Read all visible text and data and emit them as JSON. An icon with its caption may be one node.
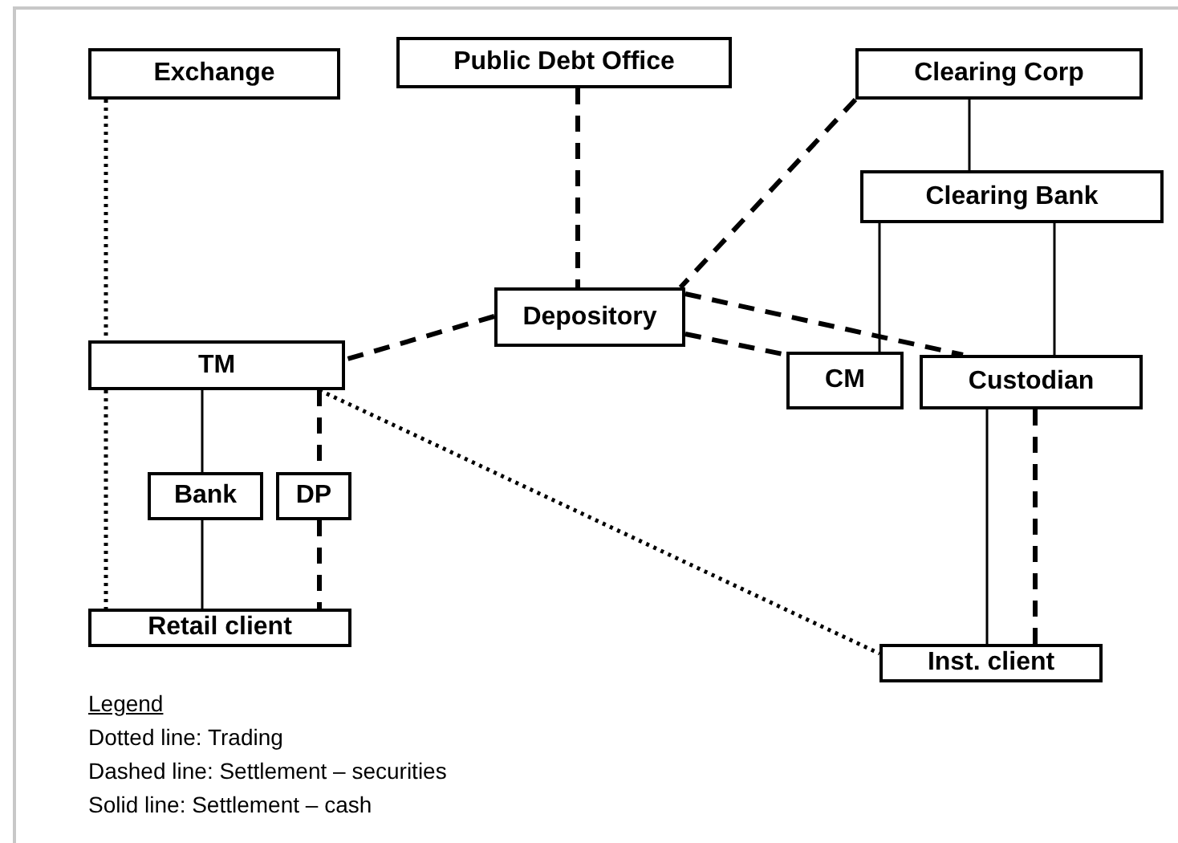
{
  "diagram": {
    "nodes": [
      {
        "text": [
          "Exchange"
        ]
      },
      {
        "text": [
          "Public Debt Office"
        ]
      },
      {
        "text": [
          "Clearing Corp"
        ]
      },
      {
        "text": [
          "Clearing Bank"
        ]
      },
      {
        "text": [
          "Depository"
        ]
      },
      {
        "text": [
          "TM"
        ]
      },
      {
        "text": [
          "CM"
        ]
      },
      {
        "text": [
          "Custodian"
        ]
      },
      {
        "text": [
          "Bank"
        ]
      },
      {
        "text": [
          "DP"
        ]
      },
      {
        "text": [
          "Retail client"
        ]
      },
      {
        "text": [
          "Inst. client"
        ]
      }
    ],
    "edges": [
      {
        "from": 0,
        "to": 5,
        "arrow": "none",
        "style": "dashed"
      },
      {
        "from": 5,
        "to": 10,
        "arrow": "none",
        "style": "dashed"
      },
      {
        "from": 1,
        "to": 4,
        "arrow": "none",
        "style": "dashed"
      },
      {
        "from": 2,
        "to": 4,
        "arrow": "none",
        "style": "dashed"
      },
      {
        "from": 2,
        "to": 3,
        "arrow": "none"
      },
      {
        "from": 3,
        "to": 6,
        "arrow": "none"
      },
      {
        "from": 3,
        "to": 7,
        "arrow": "none"
      },
      {
        "from": 4,
        "to": 5,
        "arrow": "none",
        "style": "dashed"
      },
      {
        "from": 4,
        "to": 6,
        "arrow": "none",
        "style": "dashed"
      },
      {
        "from": 4,
        "to": 7,
        "arrow": "none",
        "style": "dashed"
      },
      {
        "from": 5,
        "to": 8,
        "arrow": "none"
      },
      {
        "from": 8,
        "to": 10,
        "arrow": "none"
      },
      {
        "from": 5,
        "to": 9,
        "arrow": "none",
        "style": "dashed"
      },
      {
        "from": 9,
        "to": 10,
        "arrow": "none",
        "style": "dashed"
      },
      {
        "from": 5,
        "to": 11,
        "arrow": "none",
        "style": "dashed"
      },
      {
        "from": 7,
        "to": 11,
        "arrow": "none"
      },
      {
        "from": 7,
        "to": 11,
        "arrow": "none",
        "style": "dashed"
      }
    ],
    "labels": [
      "Legend"
    ],
    "legend": [
      {
        "text": "Dotted line: Trading"
      },
      {
        "text": "Dashed line: Settlement – securities"
      },
      {
        "text": "Solid line: Settlement – cash"
      }
    ]
  }
}
